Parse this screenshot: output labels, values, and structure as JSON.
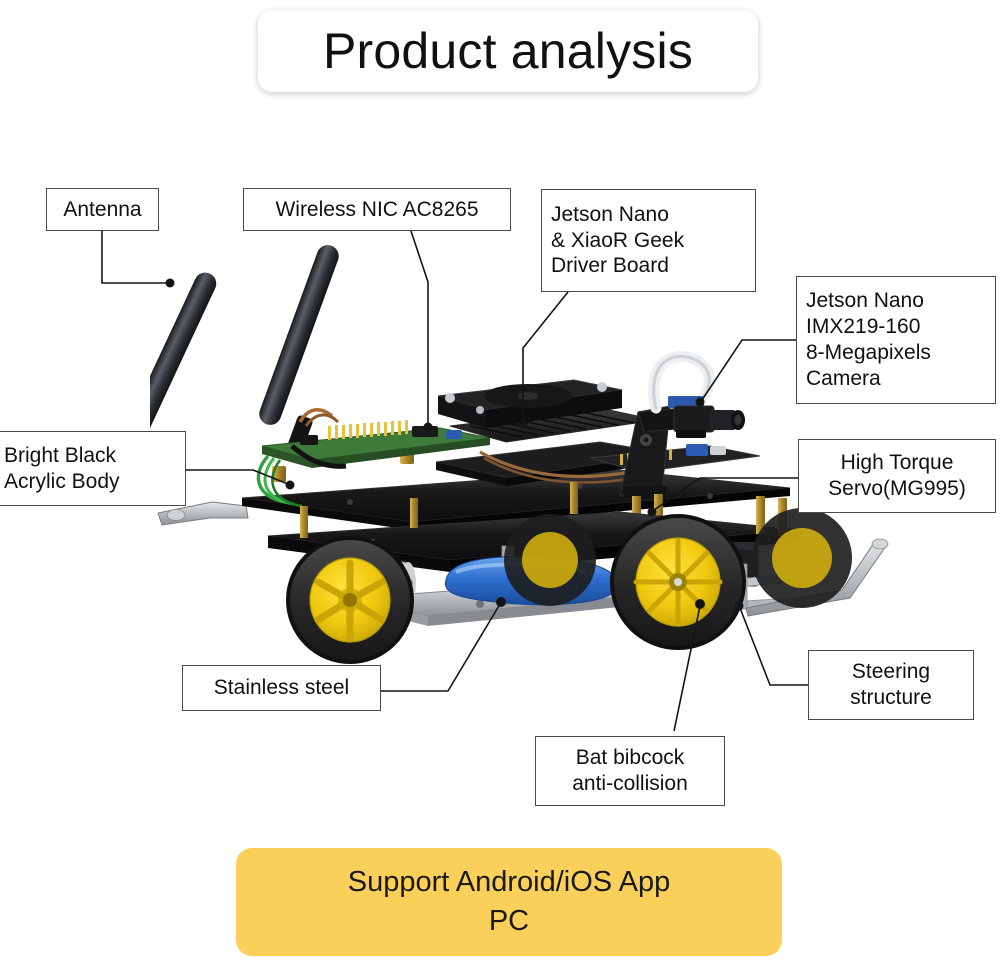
{
  "title": {
    "text": "Product analysis"
  },
  "colors": {
    "banner_background": "#FBD05A",
    "callout_border": "#4A4A4A",
    "text": "#111111",
    "leader_line": "#141414",
    "wheel_yellow": "#F2CC12",
    "tire_black": "#2B2B2B",
    "battery_blue": "#2F6FD0",
    "pcb_green": "#3E7A3A",
    "acrylic_black": "#1C1C1C",
    "brass": "#B89636"
  },
  "callouts": [
    {
      "id": "antenna",
      "name": "antenna",
      "lines": [
        "Antenna"
      ]
    },
    {
      "id": "wireless-nic",
      "name": "wireless-nic",
      "lines": [
        "Wireless NIC AC8265"
      ]
    },
    {
      "id": "driver-board",
      "name": "jetson-nano-driver-board",
      "lines": [
        "Jetson Nano",
        "& XiaoR Geek",
        "Driver Board"
      ]
    },
    {
      "id": "camera",
      "name": "jetson-nano-camera",
      "lines": [
        "Jetson Nano",
        "IMX219-160",
        "8-Megapixels",
        "Camera"
      ]
    },
    {
      "id": "acrylic-body",
      "name": "bright-black-acrylic-body",
      "lines": [
        "Bright Black",
        "Acrylic Body"
      ]
    },
    {
      "id": "servo",
      "name": "high-torque-servo",
      "lines": [
        "High Torque",
        "Servo(MG995)"
      ]
    },
    {
      "id": "stainless-steel",
      "name": "stainless-steel",
      "lines": [
        "Stainless steel"
      ]
    },
    {
      "id": "steering",
      "name": "steering-structure",
      "lines": [
        "Steering",
        "structure"
      ]
    },
    {
      "id": "bat-bibcock",
      "name": "bat-bibcock-anti-collision",
      "lines": [
        "Bat bibcock",
        "anti-collision"
      ]
    }
  ],
  "banner": {
    "lines": [
      "Support Android/iOS App",
      "PC"
    ]
  },
  "product": {
    "name": "xiaor-geek-jetson-nano-robot-car",
    "parts": [
      "antenna-left",
      "antenna-right",
      "wireless-nic-board",
      "jetson-nano-module",
      "heatsink-fan",
      "driver-board",
      "acrylic-chassis-upper",
      "acrylic-chassis-lower",
      "camera-module",
      "camera-bracket",
      "servo-mg995",
      "steering-linkage",
      "battery-pack",
      "dc-motor",
      "wheel-front-left",
      "wheel-front-right",
      "wheel-rear-left",
      "wheel-rear-right",
      "bumper-bar-front",
      "bumper-bar-rear"
    ]
  }
}
